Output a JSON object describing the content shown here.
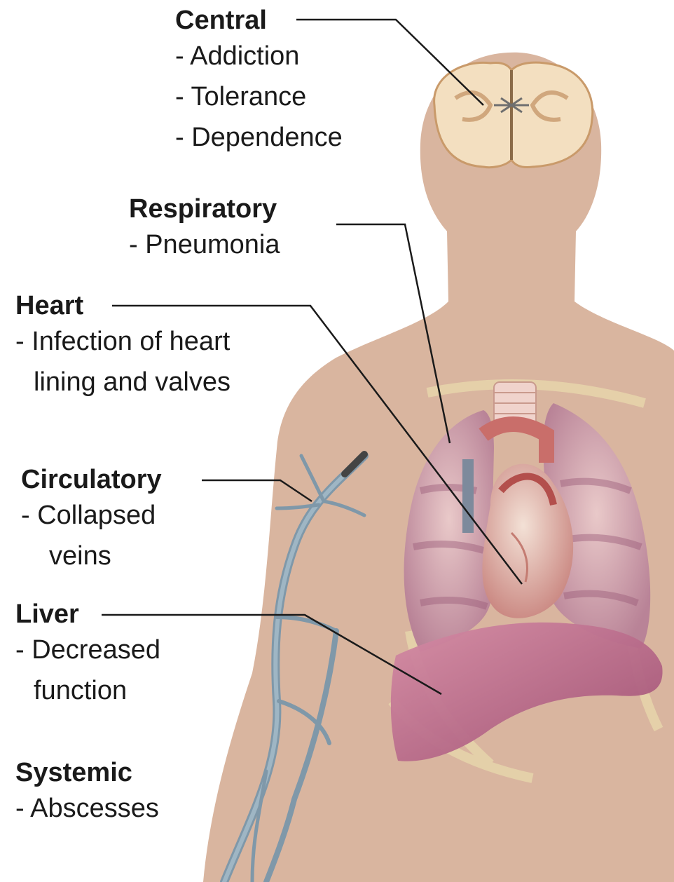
{
  "diagram": {
    "sections": [
      {
        "id": "central",
        "title": "Central",
        "lines": [
          "- Addiction",
          "- Tolerance",
          "- Dependence"
        ]
      },
      {
        "id": "respiratory",
        "title": "Respiratory",
        "lines": [
          "- Pneumonia"
        ]
      },
      {
        "id": "heart",
        "title": "Heart",
        "lines": [
          "- Infection of heart",
          "lining and valves"
        ]
      },
      {
        "id": "circulatory",
        "title": "Circulatory",
        "lines": [
          "- Collapsed",
          "veins"
        ]
      },
      {
        "id": "liver",
        "title": "Liver",
        "lines": [
          "- Decreased",
          "function"
        ]
      },
      {
        "id": "systemic",
        "title": "Systemic",
        "lines": [
          "- Abscesses"
        ]
      }
    ],
    "colors": {
      "skin": "#d9b59f",
      "brain": "#f3dfc0",
      "lung": "#c69aa8",
      "heart": "#c0605c",
      "liver": "#c47a96",
      "vein": "#7f98a9",
      "leader_line": "#1a1a1a",
      "text": "#1a1a1a"
    }
  }
}
